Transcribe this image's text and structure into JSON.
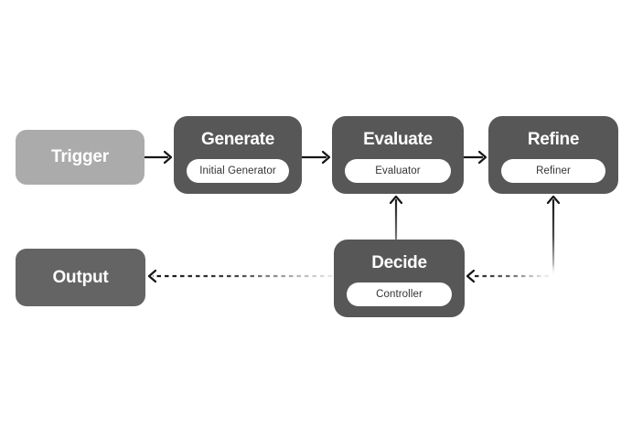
{
  "diagram": {
    "nodes": {
      "trigger": {
        "label": "Trigger"
      },
      "generate": {
        "title": "Generate",
        "sublabel": "Initial Generator"
      },
      "evaluate": {
        "title": "Evaluate",
        "sublabel": "Evaluator"
      },
      "refine": {
        "title": "Refine",
        "sublabel": "Refiner"
      },
      "decide": {
        "title": "Decide",
        "sublabel": "Controller"
      },
      "output": {
        "label": "Output"
      }
    },
    "edges": [
      {
        "from": "trigger",
        "to": "generate",
        "style": "solid",
        "direction": "right"
      },
      {
        "from": "generate",
        "to": "evaluate",
        "style": "solid",
        "direction": "right"
      },
      {
        "from": "evaluate",
        "to": "refine",
        "style": "solid",
        "direction": "right"
      },
      {
        "from": "decide",
        "to": "evaluate",
        "style": "solid",
        "direction": "up"
      },
      {
        "from": "decide",
        "to": "refine",
        "style": "solid-faded",
        "direction": "up"
      },
      {
        "from": "refine",
        "to": "decide",
        "style": "dashed-faded",
        "direction": "left"
      },
      {
        "from": "decide",
        "to": "output",
        "style": "dashed-faded",
        "direction": "left"
      }
    ],
    "colors": {
      "background": "#ffffff",
      "step_box": "#575757",
      "trigger_box": "#ababab",
      "output_box": "#646464",
      "pill_bg": "#ffffff",
      "pill_text": "#333333",
      "title_text": "#ffffff",
      "arrow": "#161616"
    }
  }
}
